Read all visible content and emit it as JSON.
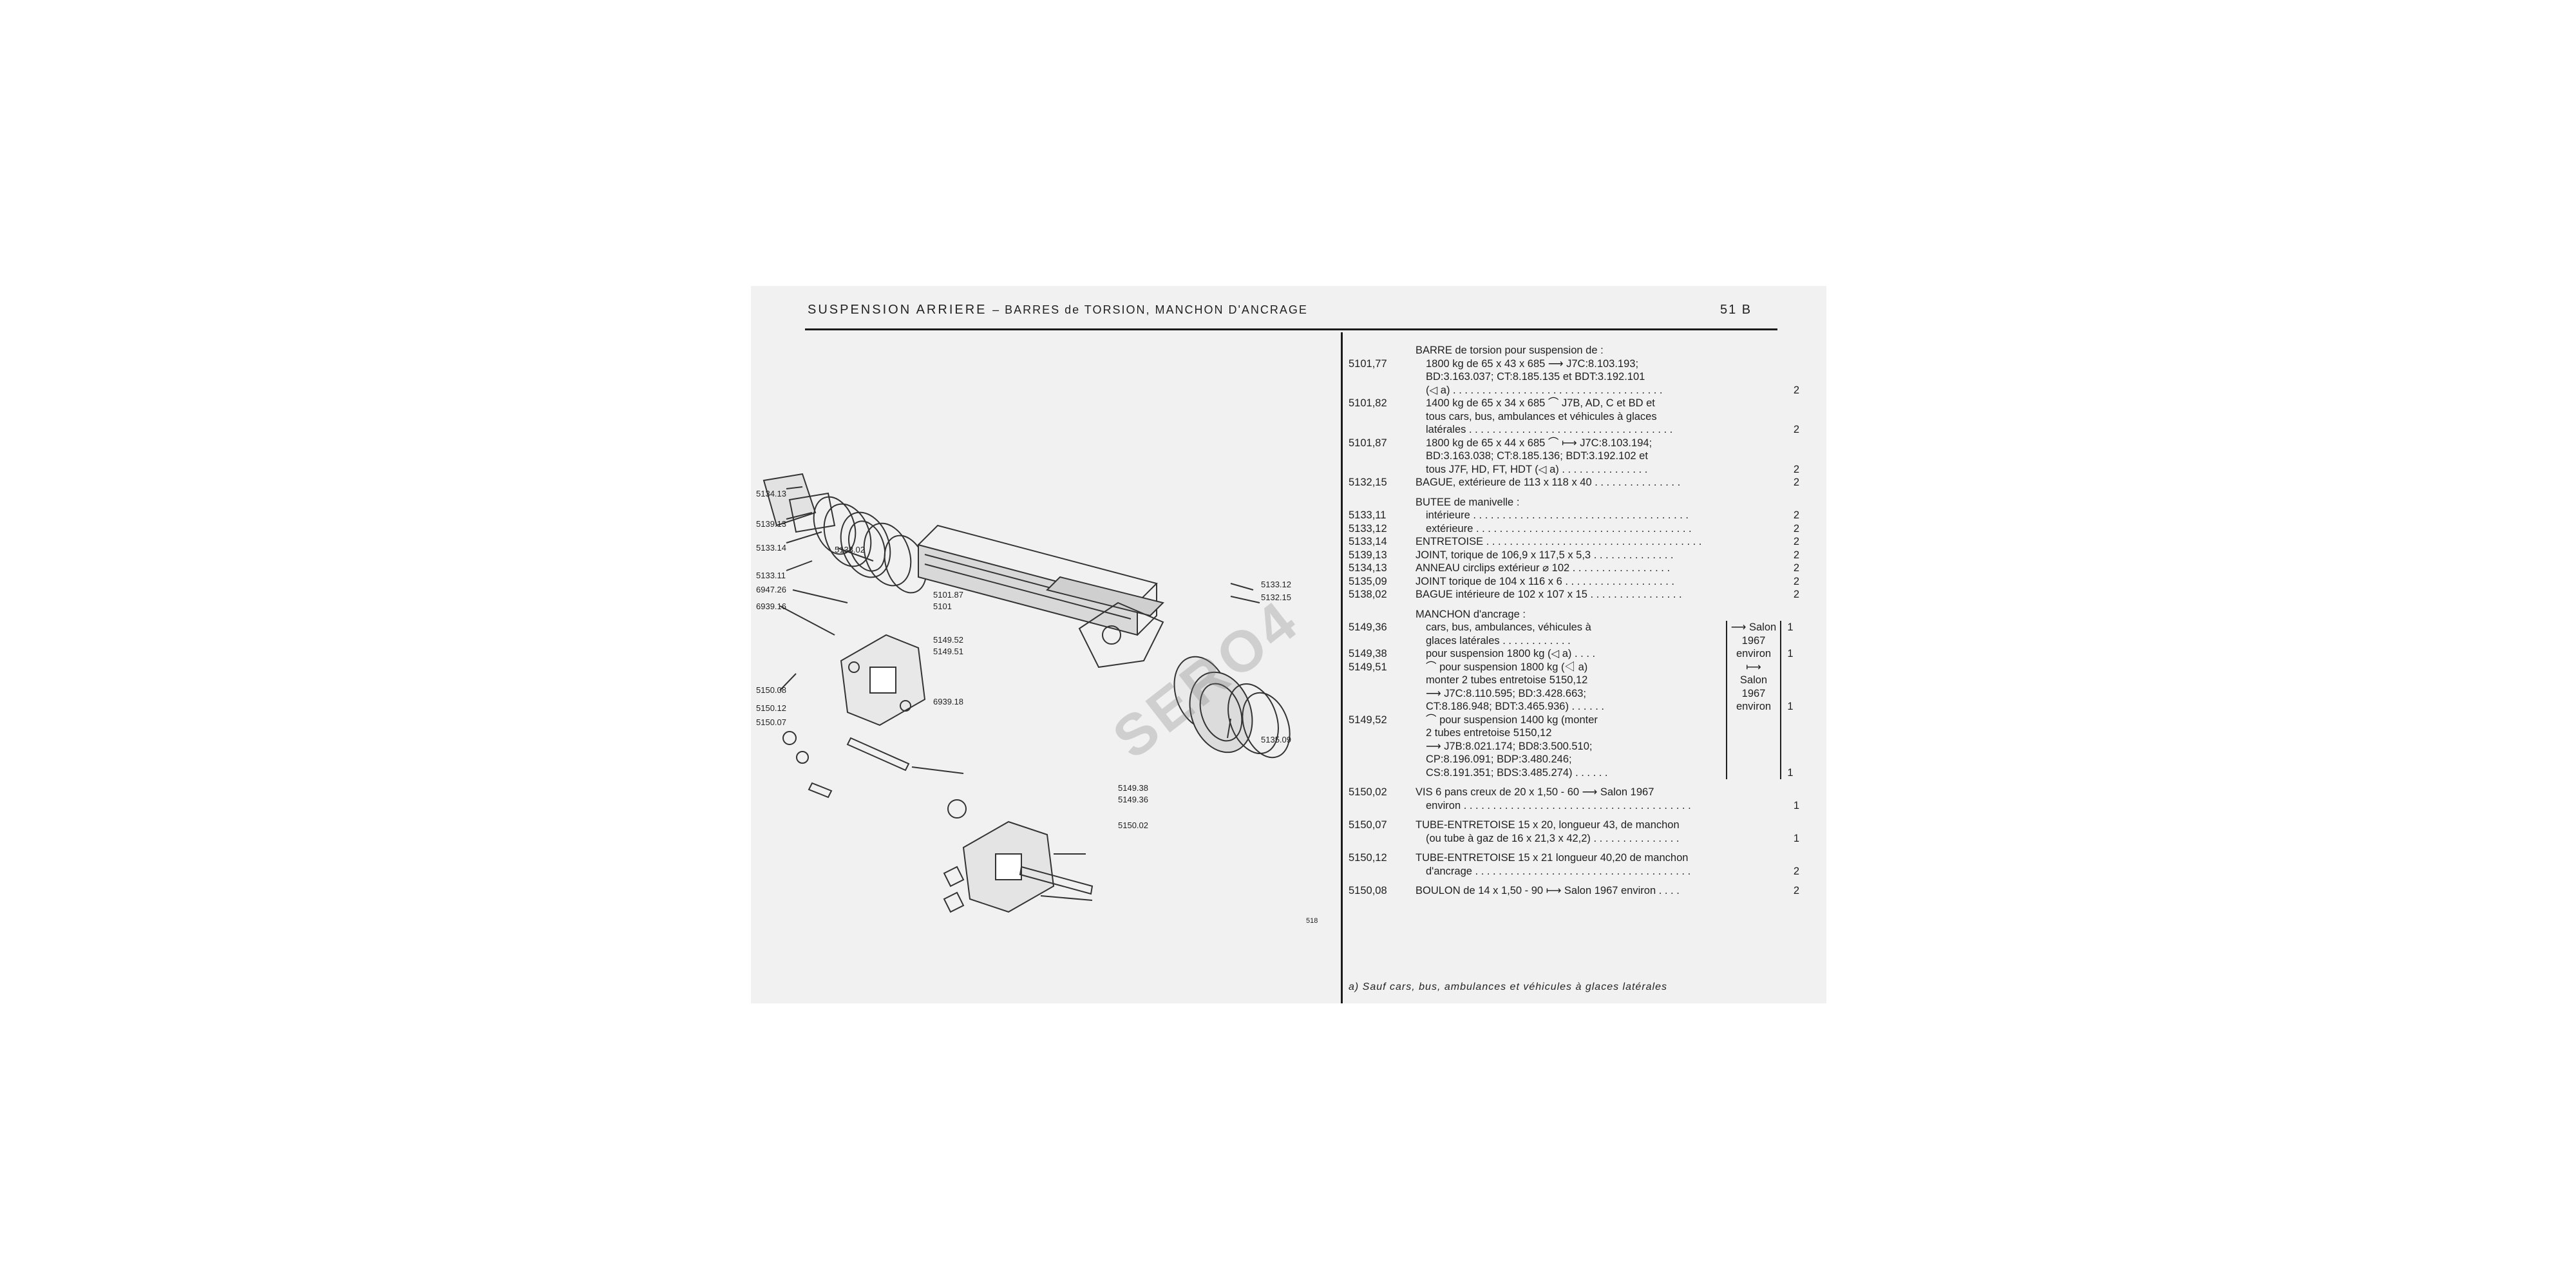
{
  "header": {
    "title_main": "SUSPENSION ARRIERE",
    "title_sub": "– BARRES de TORSION, MANCHON D'ANCRAGE",
    "page_number": "51 B"
  },
  "watermark": "SERO4",
  "diagram": {
    "labels": [
      "5134.13",
      "5139.13",
      "5133.14",
      "5133.11",
      "6947.26",
      "6939.16",
      "5150.08",
      "5150.12",
      "5150.07",
      "5138.02",
      "5101.87",
      "5101",
      "5149.52",
      "5149.51",
      "6939.18",
      "5149.38",
      "5149.36",
      "5150.02",
      "5133.12",
      "5132.15",
      "5135.09",
      "518"
    ],
    "figure_number": "518"
  },
  "parts": [
    {
      "ref": "",
      "lines": [
        "BARRE de torsion pour suspension de :"
      ],
      "qty": ""
    },
    {
      "ref": "5101,77",
      "lines": [
        "1800 kg de 65 x 43 x 685 ⟶ J7C:8.103.193;",
        "BD:3.163.037;  CT:8.185.135 et BDT:3.192.101",
        "(◁ a) . . . . . . . . . . . . . . . . . . . . . . . . . . . . . . . . . . . ."
      ],
      "qty": "2"
    },
    {
      "ref": "5101,82",
      "lines": [
        "1400 kg de 65 x 34 x 685 ⌒ J7B, AD, C et BD et",
        "tous cars, bus, ambulances et véhicules à glaces",
        "latérales . . . . . . . . . . . . . . . . . . . . . . . . . . . . . . . . . . ."
      ],
      "qty": "2"
    },
    {
      "ref": "5101,87",
      "lines": [
        "1800 kg de 65 x 44 x 685 ⌒ ⟼ J7C:8.103.194;",
        "BD:3.163.038;  CT:8.185.136;  BDT:3.192.102 et",
        "tous J7F, HD, FT, HDT (◁ a) . . . . . . . . . . . . . . ."
      ],
      "qty": "2"
    },
    {
      "ref": "5132,15",
      "lines": [
        "BAGUE, extérieure de 113 x 118 x 40 . . . . . . . . . . . . . . ."
      ],
      "qty": "2"
    },
    {
      "ref": "",
      "lines": [
        "BUTEE de manivelle :"
      ],
      "qty": "",
      "group": true
    },
    {
      "ref": "5133,11",
      "lines": [
        "intérieure . . . . . . . . . . . . . . . . . . . . . . . . . . . . . . . . . . . . ."
      ],
      "qty": "2",
      "indent": true
    },
    {
      "ref": "5133,12",
      "lines": [
        "extérieure . . . . . . . . . . . . . . . . . . . . . . . . . . . . . . . . . . . . ."
      ],
      "qty": "2",
      "indent": true
    },
    {
      "ref": "5133,14",
      "lines": [
        "ENTRETOISE . . . . . . . . . . . . . . . . . . . . . . . . . . . . . . . . . . . . ."
      ],
      "qty": "2"
    },
    {
      "ref": "5139,13",
      "lines": [
        "JOINT, torique de 106,9 x 117,5 x 5,3 . . . . . . . . . . . . . ."
      ],
      "qty": "2"
    },
    {
      "ref": "5134,13",
      "lines": [
        "ANNEAU circlips extérieur ⌀ 102 . . . . . . . . . . . . . . . . ."
      ],
      "qty": "2"
    },
    {
      "ref": "5135,09",
      "lines": [
        "JOINT torique de 104 x 116 x 6 . . . . . . . . . . . . . . . . . . ."
      ],
      "qty": "2"
    },
    {
      "ref": "5138,02",
      "lines": [
        "BAGUE intérieure de 102 x 107 x 15 . . . . . . . . . . . . . . . ."
      ],
      "qty": "2"
    }
  ],
  "manchon": {
    "heading": "MANCHON d'ancrage :",
    "salon_top": [
      "⟶ Salon",
      "1967",
      "environ"
    ],
    "salon_bottom": [
      "⟼",
      "Salon",
      "1967",
      "environ"
    ],
    "rows": [
      {
        "ref": "5149,36",
        "lines": [
          "cars, bus, ambulances, véhicules à",
          "glaces latérales . . . . . . . . . . . ."
        ],
        "qty": "1"
      },
      {
        "ref": "5149,38",
        "lines": [
          "pour suspension 1800 kg (◁ a) . . . ."
        ],
        "qty": "1"
      },
      {
        "ref": "5149,51",
        "lines": [
          "⌒ pour suspension 1800 kg (◁ a)",
          "monter 2 tubes entretoise 5150,12",
          "⟶ J7C:8.110.595;  BD:3.428.663;",
          "CT:8.186.948;  BDT:3.465.936) . . . . . ."
        ],
        "qty": "1"
      },
      {
        "ref": "5149,52",
        "lines": [
          "⌒ pour suspension 1400 kg (monter",
          "2 tubes entretoise 5150,12",
          "⟶ J7B:8.021.174;  BD8:3.500.510;",
          "CP:8.196.091;  BDP:3.480.246;",
          "CS:8.191.351;  BDS:3.485.274) . . . . . ."
        ],
        "qty": "1"
      }
    ]
  },
  "tail_parts": [
    {
      "ref": "5150,02",
      "lines": [
        "VIS 6 pans creux de 20 x 1,50 - 60 ⟶ Salon 1967",
        "environ . . . . . . . . . . . . . . . . . . . . . . . . . . . . . . . . . . . . . . ."
      ],
      "qty": "1"
    },
    {
      "ref": "5150,07",
      "lines": [
        "TUBE-ENTRETOISE 15 x 20, longueur 43, de manchon",
        "(ou tube à gaz de 16 x 21,3 x 42,2) . . . . . . . . . . . . . . ."
      ],
      "qty": "1"
    },
    {
      "ref": "5150,12",
      "lines": [
        "TUBE-ENTRETOISE 15 x 21 longueur 40,20 de manchon",
        "d'ancrage . . . . . . . . . . . . . . . . . . . . . . . . . . . . . . . . . . . . ."
      ],
      "qty": "2"
    },
    {
      "ref": "5150,08",
      "lines": [
        "BOULON de 14 x 1,50 - 90 ⟼ Salon 1967 environ . . . ."
      ],
      "qty": "2"
    }
  ],
  "footnote": "a)  Sauf cars, bus, ambulances et véhicules à glaces latérales"
}
